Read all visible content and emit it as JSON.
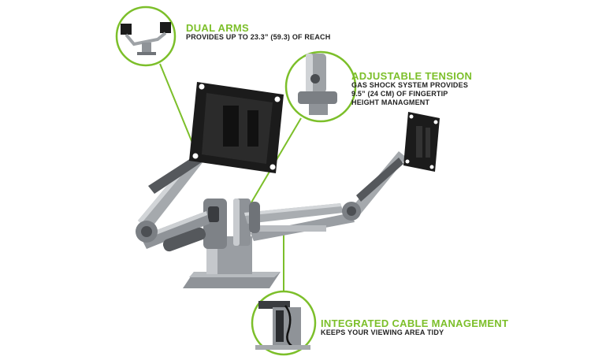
{
  "callouts": {
    "dual_arms": {
      "title": "DUAL ARMS",
      "text": "PROVIDES UP TO 23.3” (59.3) OF REACH"
    },
    "adjustable_tension": {
      "title": "ADJUSTABLE TENSION",
      "line1": "GAS SHOCK SYSTEM PROVIDES",
      "line2": "9.5” (24 CM) OF FINGERTIP",
      "line3": "HEIGHT MANAGMENT"
    },
    "cable_management": {
      "title": "INTEGRATED CABLE MANAGEMENT",
      "text": "KEEPS YOUR VIEWING AREA TIDY"
    }
  },
  "colors": {
    "accent": "#7cbf2a",
    "arm_silver": "#a9adb1",
    "arm_dark": "#4a4d51",
    "plate_black": "#1b1b1b"
  }
}
